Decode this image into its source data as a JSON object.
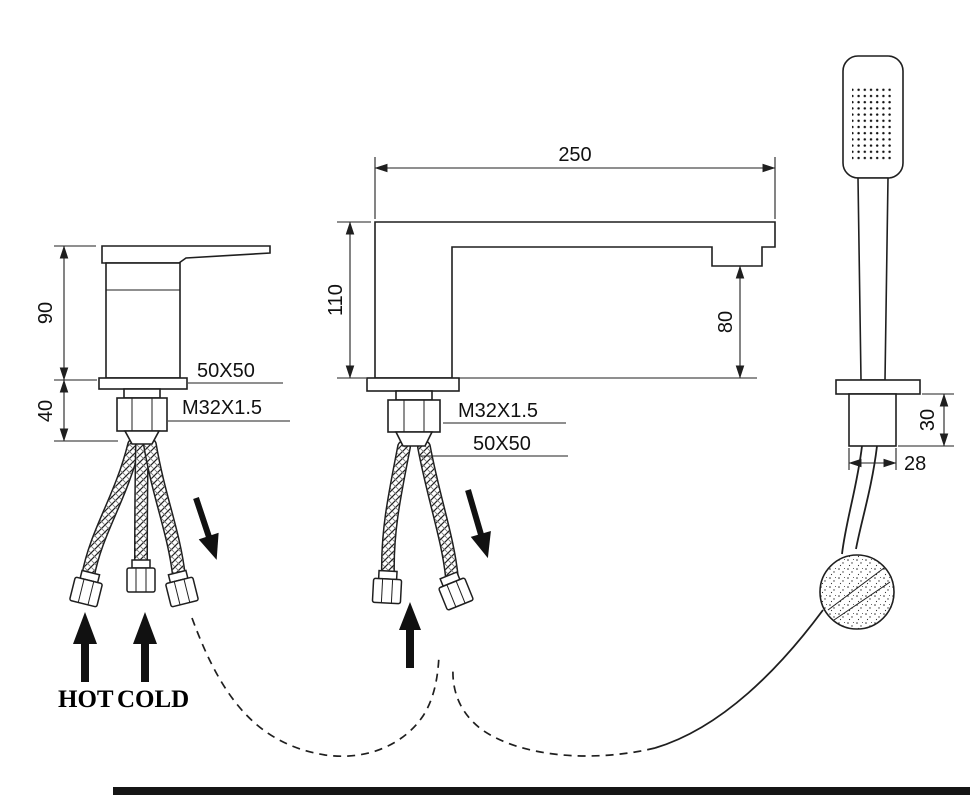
{
  "colors": {
    "ink": "#1f1f1f",
    "background": "#ffffff"
  },
  "labels": {
    "hot": "HOT",
    "cold": "COLD"
  },
  "dimensions": {
    "spout_reach": "250",
    "spout_height": "110",
    "spout_outlet_drop": "80",
    "mixer_height": "90",
    "mixer_shank_length": "40",
    "mixer_base_plate": "50X50",
    "mixer_thread": "M32X1.5",
    "spout_thread": "M32X1.5",
    "spout_base_plate": "50X50",
    "shower_base_height": "30",
    "shower_base_width": "28"
  }
}
